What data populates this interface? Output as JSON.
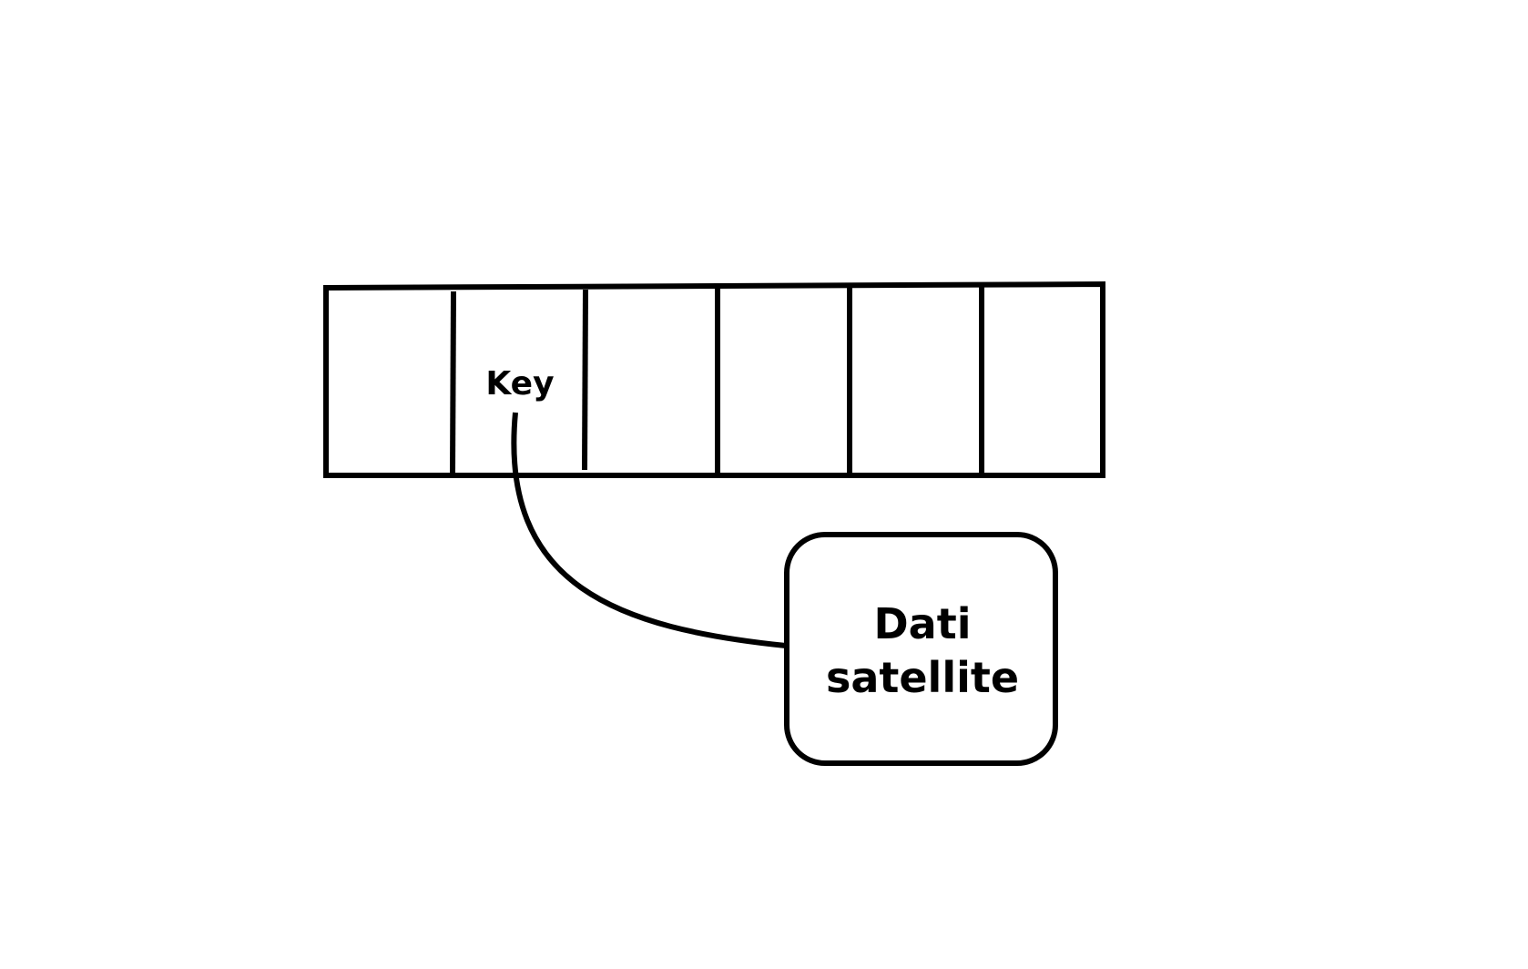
{
  "diagram": {
    "array": {
      "cell_count": 6,
      "key_cell_label": "Key"
    },
    "satellite_node": {
      "label_line_1": "Dati",
      "label_line_2": "satellite"
    },
    "colors": {
      "background": "#ffffff",
      "stroke": "#000000",
      "text": "#000000"
    }
  }
}
